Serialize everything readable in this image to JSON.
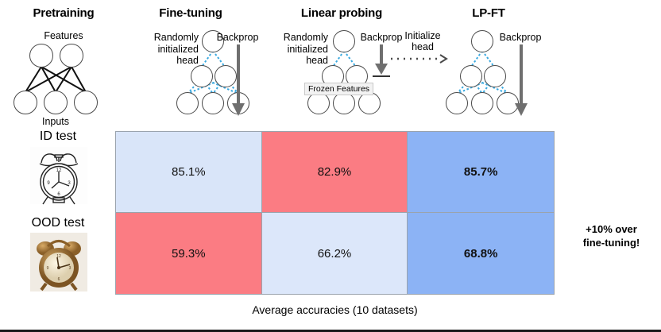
{
  "figure": {
    "caption": "Average accuracies (10 datasets)",
    "annotation_line1": "+10% over",
    "annotation_line2": "fine-tuning!"
  },
  "columns": [
    {
      "id": "pretraining",
      "title": "Pretraining"
    },
    {
      "id": "fine-tuning",
      "title": "Fine-tuning"
    },
    {
      "id": "linear-probing",
      "title": "Linear probing"
    },
    {
      "id": "lp-ft",
      "title": "LP-FT"
    }
  ],
  "diagrams": {
    "pretraining": {
      "top_label": "Features",
      "bottom_label": "Inputs"
    },
    "fine_tuning": {
      "head_label_l1": "Randomly",
      "head_label_l2": "initialized",
      "head_label_l3": "head",
      "backprop_label": "Backprop"
    },
    "linear_probing": {
      "head_label_l1": "Randomly",
      "head_label_l2": "initialized",
      "head_label_l3": "head",
      "backprop_label": "Backprop",
      "frozen_label": "Frozen Features"
    },
    "transition": {
      "label_l1": "Initialize",
      "label_l2": "head"
    },
    "lp_ft": {
      "backprop_label": "Backprop"
    }
  },
  "rows": [
    {
      "id": "id-test",
      "label": "ID test",
      "image": "alarm-clock-sketch"
    },
    {
      "id": "ood-test",
      "label": "OOD test",
      "image": "alarm-clock-photo"
    }
  ],
  "chart_data": {
    "type": "heatmap",
    "title": "Average accuracies (10 datasets)",
    "xlabel": "",
    "ylabel": "",
    "categories": [
      "Fine-tuning",
      "Linear probing",
      "LP-FT"
    ],
    "rows": [
      "ID test",
      "OOD test"
    ],
    "series": [
      {
        "name": "ID test",
        "values": [
          85.1,
          82.9,
          85.7
        ]
      },
      {
        "name": "OOD test",
        "values": [
          59.3,
          66.2,
          68.8
        ]
      }
    ],
    "cells": [
      {
        "row": "ID test",
        "column": "Fine-tuning",
        "label": "85.1%",
        "color": "#d9e5f9",
        "bold": false
      },
      {
        "row": "ID test",
        "column": "Linear probing",
        "label": "82.9%",
        "color": "#fb7c83",
        "bold": false
      },
      {
        "row": "ID test",
        "column": "LP-FT",
        "label": "85.7%",
        "color": "#8cb3f5",
        "bold": true
      },
      {
        "row": "OOD test",
        "column": "Fine-tuning",
        "label": "59.3%",
        "color": "#fb7c83",
        "bold": false
      },
      {
        "row": "OOD test",
        "column": "Linear probing",
        "label": "66.2%",
        "color": "#dce7fa",
        "bold": false
      },
      {
        "row": "OOD test",
        "column": "LP-FT",
        "label": "68.8%",
        "color": "#8cb3f5",
        "bold": true
      }
    ],
    "grid": true,
    "legend": "none"
  },
  "colors": {
    "low_red": "#fb7c83",
    "mid_light_blue": "#d9e5f9",
    "high_blue": "#8cb3f5",
    "edge_blue": "#3aa9e0",
    "arrow_gray": "#6f6f6f",
    "node_stroke": "#4a4a4a"
  }
}
